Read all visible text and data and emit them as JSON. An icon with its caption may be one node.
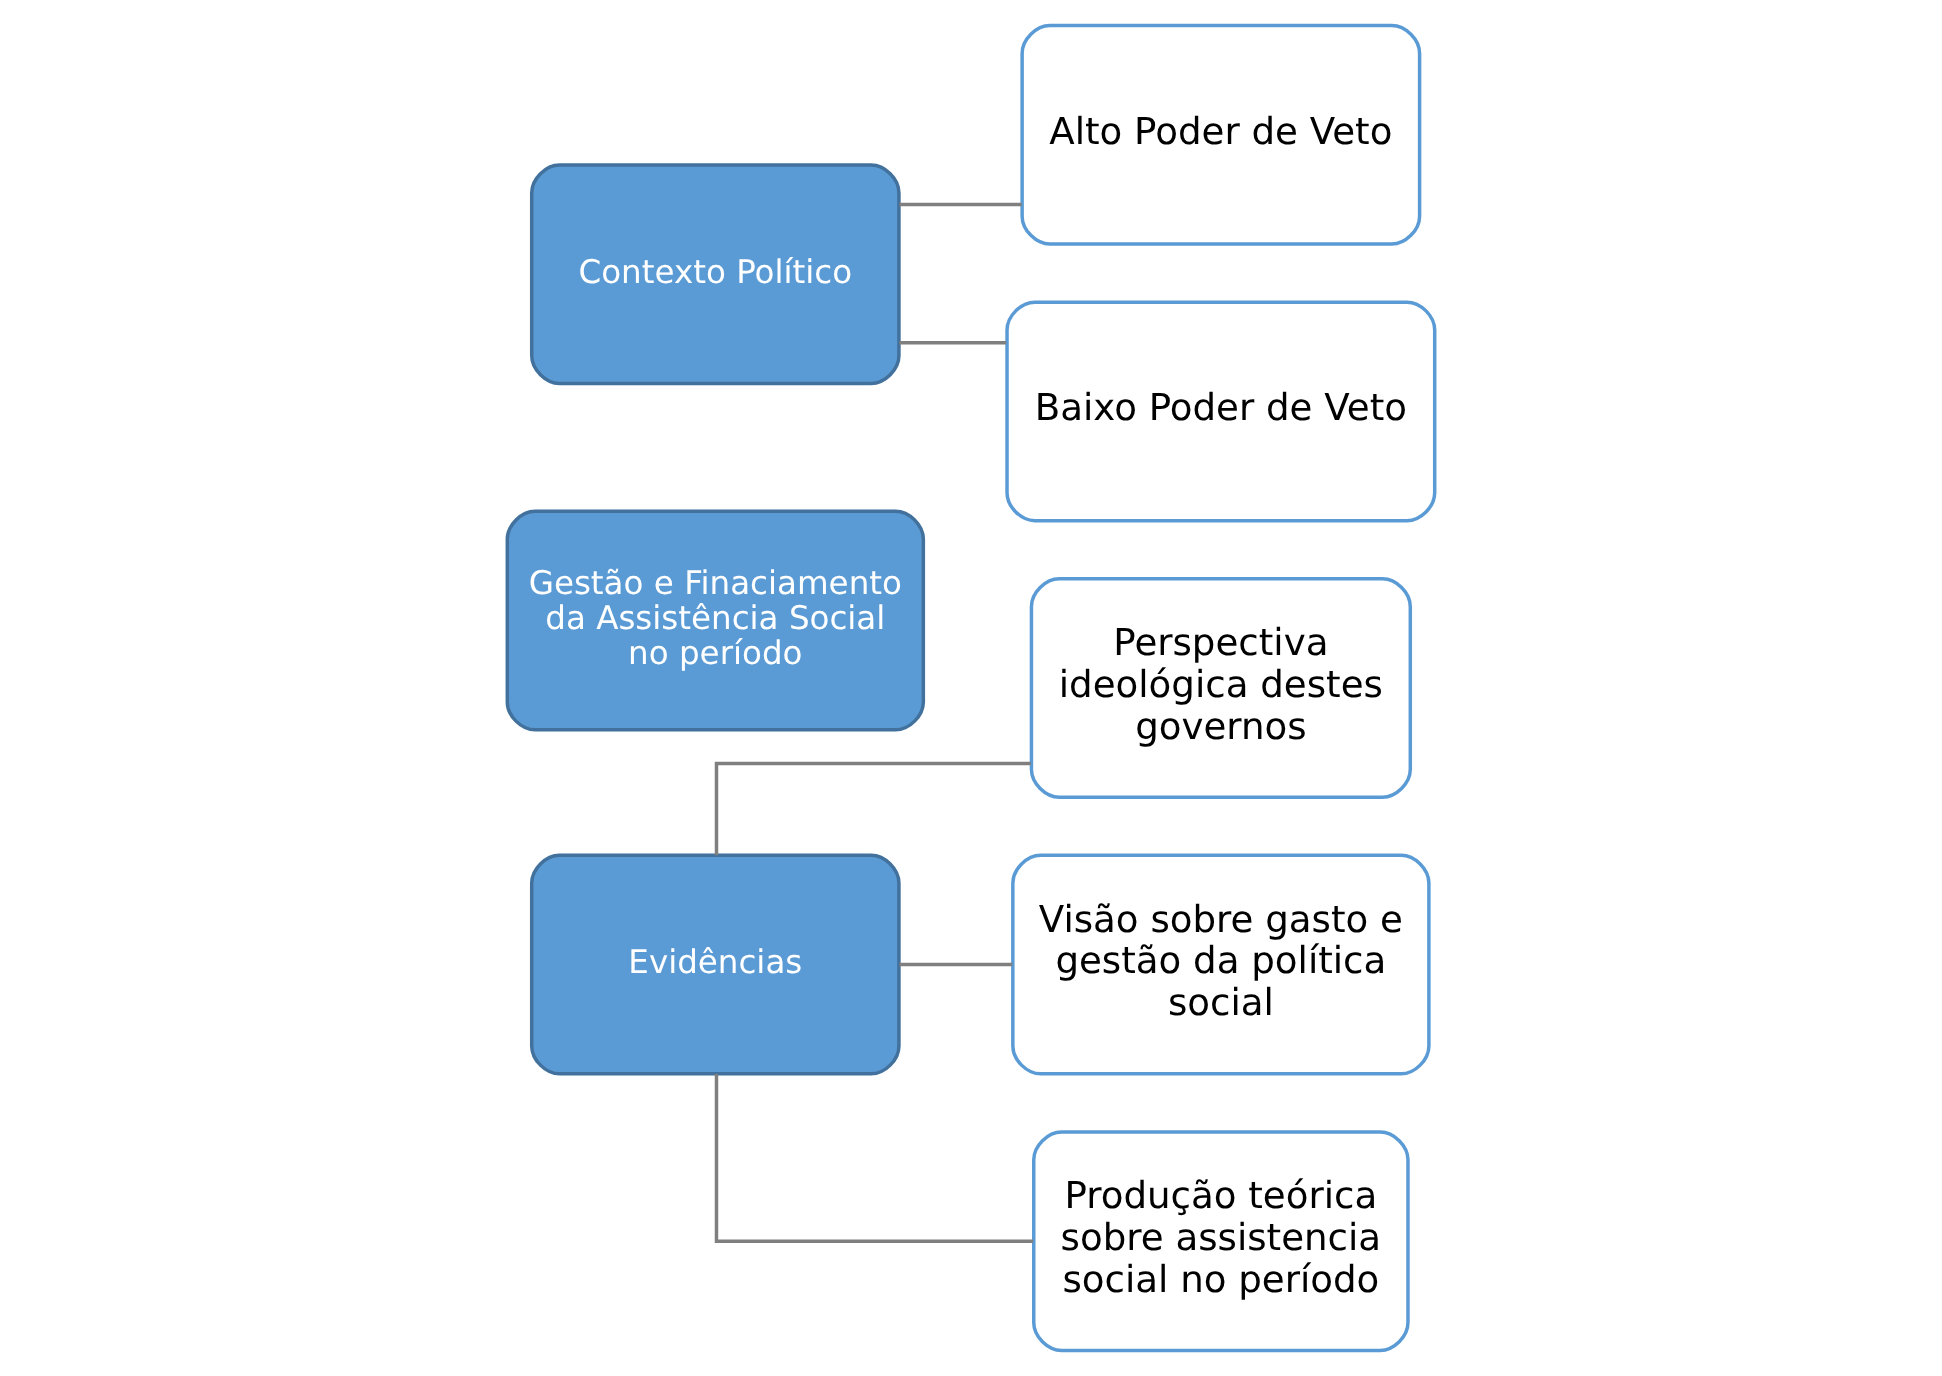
{
  "diagram": {
    "nodes": [
      {
        "text": [
          "Evidências"
        ]
      },
      {
        "text": [
          "Perspectiva ideológica destes governos"
        ]
      },
      {
        "text": [
          "Visão sobre gasto e gestão da política social"
        ]
      },
      {
        "text": [
          "Produção teórica sobre assistencia social no período"
        ]
      },
      {
        "text": [
          "Gestão e Finaciamento da Assistência Social no período"
        ]
      },
      {
        "text": [
          "Contexto Político"
        ]
      },
      {
        "text": [
          "Alto Poder de Veto"
        ]
      },
      {
        "text": [
          "Baixo Poder de Veto"
        ]
      }
    ],
    "edges": [
      {
        "from": 0,
        "to": 1,
        "arrow": "none"
      },
      {
        "from": 0,
        "to": 2,
        "arrow": "none"
      },
      {
        "from": 0,
        "to": 3,
        "arrow": "none"
      },
      {
        "from": 5,
        "to": 6,
        "arrow": "none"
      },
      {
        "from": 5,
        "to": 7,
        "arrow": "none"
      }
    ]
  }
}
